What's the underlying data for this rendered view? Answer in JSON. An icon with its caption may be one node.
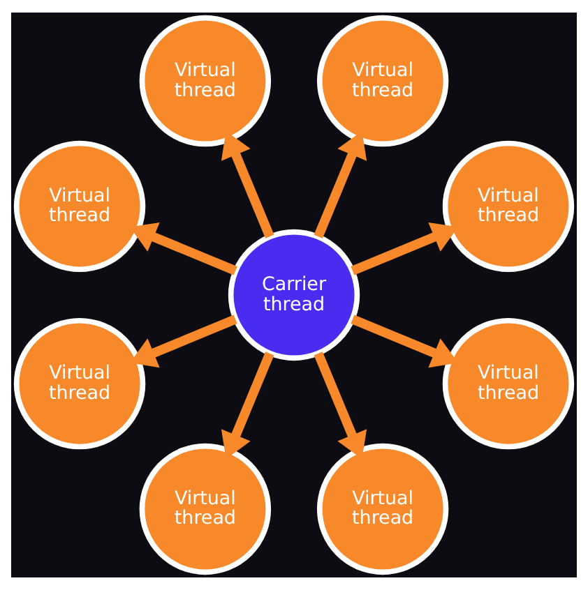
{
  "diagram": {
    "nodes": [
      {
        "text": [
          "Virtual thread"
        ]
      },
      {
        "text": [
          "Virtual thread"
        ]
      },
      {
        "text": [
          "Virtual thread"
        ]
      },
      {
        "text": [
          "Virtual thread"
        ]
      },
      {
        "text": [
          "Carrier thread"
        ]
      },
      {
        "text": [
          "Virtual thread"
        ]
      },
      {
        "text": [
          "Virtual thread"
        ]
      },
      {
        "text": [
          "Virtual thread"
        ]
      },
      {
        "text": [
          "Virtual thread"
        ]
      }
    ],
    "edges": [
      {
        "from": 4,
        "to": 0,
        "arrow": "to"
      },
      {
        "from": 4,
        "to": 2,
        "arrow": "to"
      },
      {
        "from": 4,
        "to": 5,
        "arrow": "to"
      },
      {
        "from": 4,
        "to": 7,
        "arrow": "to"
      },
      {
        "from": 4,
        "to": 8,
        "arrow": "to"
      },
      {
        "from": 4,
        "to": 6,
        "arrow": "to"
      },
      {
        "from": 4,
        "to": 3,
        "arrow": "to"
      },
      {
        "from": 4,
        "to": 1,
        "arrow": "to"
      }
    ]
  }
}
